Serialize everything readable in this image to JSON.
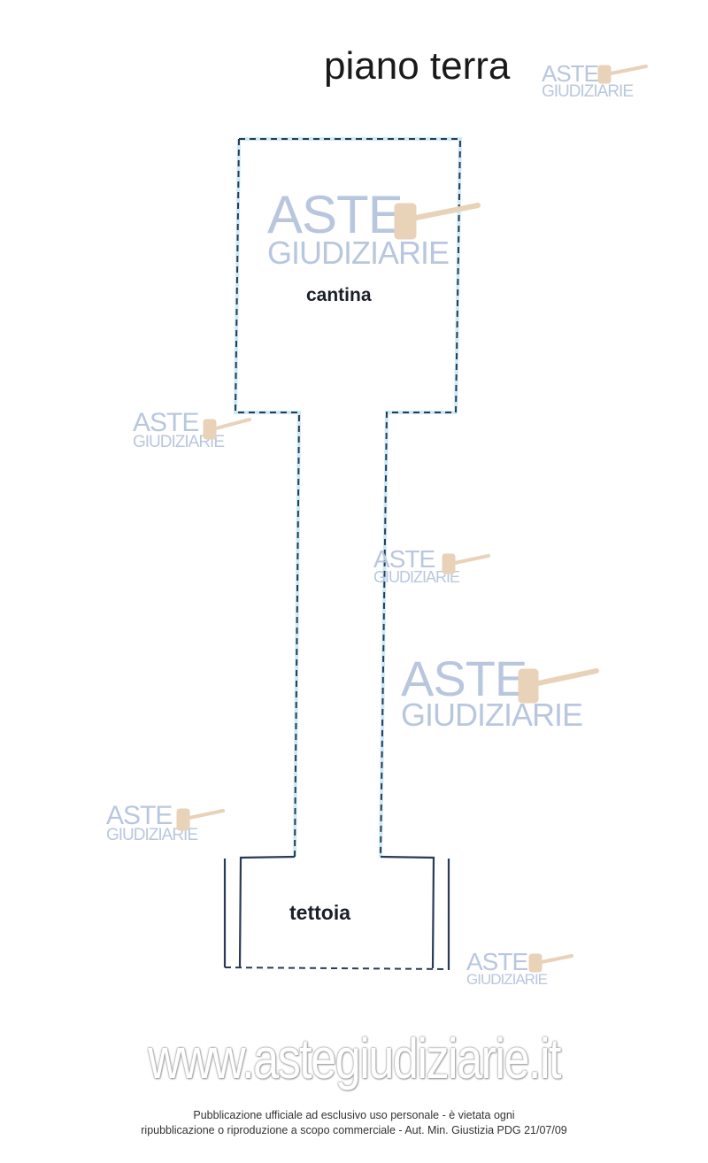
{
  "title": "piano terra",
  "rooms": {
    "cantina": "cantina",
    "tettoia": "tettoia"
  },
  "watermark": {
    "line1": "ASTE",
    "line2": "GIUDIZIARIE",
    "icon": "gavel-icon"
  },
  "site_watermark": "www.astegiudiziarie.it",
  "footer": {
    "line1": "Pubblicazione ufficiale ad esclusivo uso personale - è vietata ogni",
    "line2": "ripubblicazione o riproduzione a scopo commerciale - Aut. Min. Giustizia PDG 21/07/09"
  },
  "colors": {
    "wall": "#2b3a55",
    "wall_glow": "#8fd0ea",
    "watermark": "#b9c7de"
  }
}
